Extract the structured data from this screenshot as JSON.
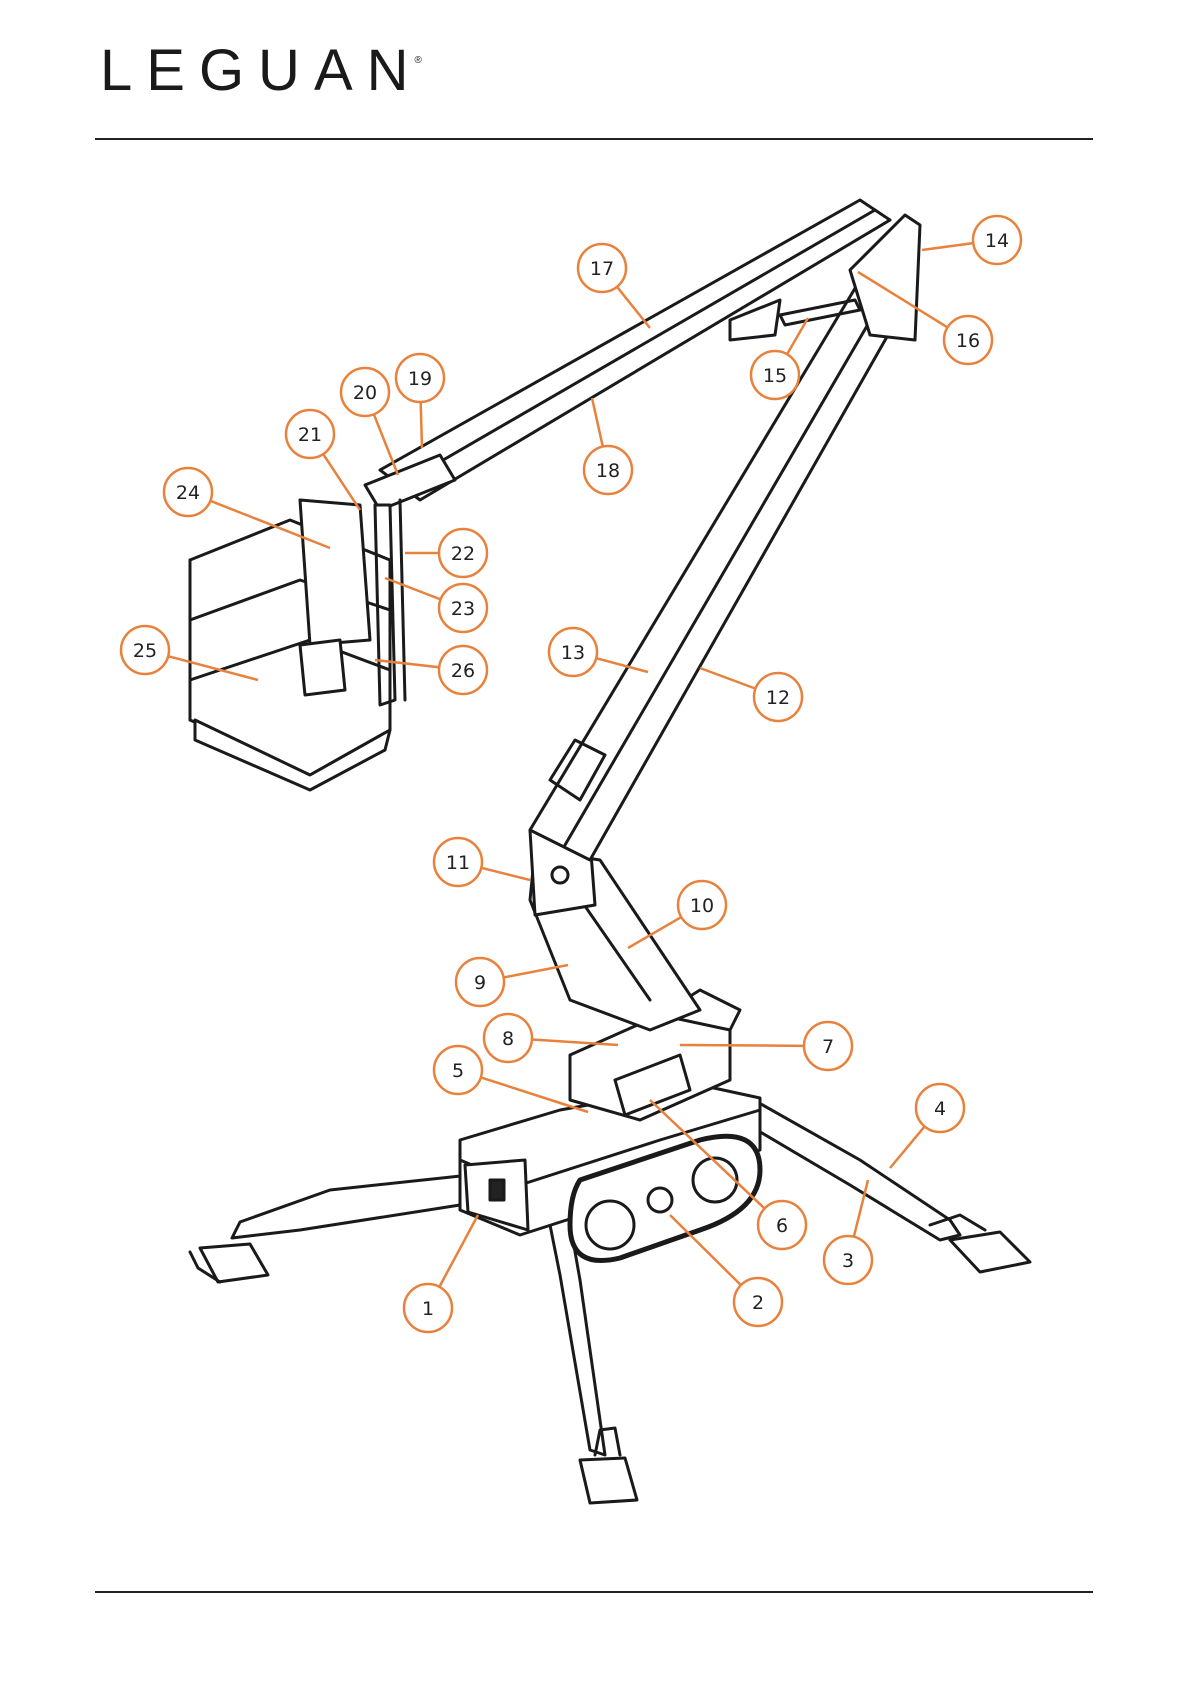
{
  "header": {
    "logo_text": "LEGUAN",
    "logo_mark": "®"
  },
  "colors": {
    "callout": "#e8813c",
    "line": "#1a1a1a"
  },
  "callouts": [
    "1",
    "2",
    "3",
    "4",
    "5",
    "6",
    "7",
    "8",
    "9",
    "10",
    "11",
    "12",
    "13",
    "14",
    "15",
    "16",
    "17",
    "18",
    "19",
    "20",
    "21",
    "22",
    "23",
    "24",
    "25",
    "26"
  ]
}
